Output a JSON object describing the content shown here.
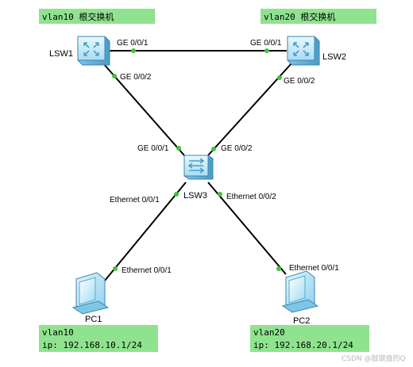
{
  "notes": {
    "lsw1_root": "vlan10 根交换机",
    "lsw2_root": "vlan20 根交换机",
    "pc1_line1": "vlan10",
    "pc1_line2": "ip: 192.168.10.1/24",
    "pc2_line1": "vlan20",
    "pc2_line2": "ip: 192.168.20.1/24"
  },
  "devices": {
    "lsw1": "LSW1",
    "lsw2": "LSW2",
    "lsw3": "LSW3",
    "pc1": "PC1",
    "pc2": "PC2"
  },
  "ports": {
    "lsw1_g1": "GE 0/0/1",
    "lsw2_g1": "GE 0/0/1",
    "lsw1_g2": "GE 0/0/2",
    "lsw2_g2": "GE 0/0/2",
    "lsw3_g1": "GE 0/0/1",
    "lsw3_g2": "GE 0/0/2",
    "lsw3_e1": "Ethernet 0/0/1",
    "lsw3_e2": "Ethernet 0/0/2",
    "pc1_e1": "Ethernet 0/0/1",
    "pc2_e1": "Ethernet 0/0/1"
  },
  "colors": {
    "note_bg": "#8fe38f",
    "port_dot": "#3ec43e",
    "link": "#000000"
  },
  "watermark": "CSDN @敲键盘的Q"
}
